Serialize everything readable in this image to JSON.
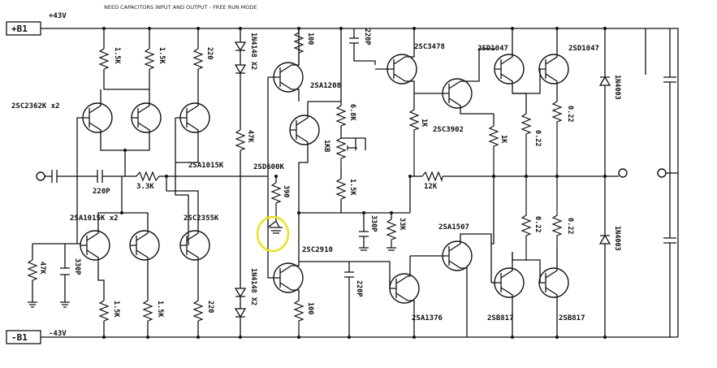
{
  "header": {
    "note": "NEED CAPACITORS INPUT AND OUTPUT - FREE RUN MODE"
  },
  "rails": {
    "pos_label": "+B1",
    "pos_voltage": "+43V",
    "neg_label": "-B1",
    "neg_voltage": "-43V"
  },
  "labels": {
    "q_2sc2362k": "2SC2362K x2",
    "q_2sa1015k": "2SA1015K x2",
    "q_2sa1015k_b": "2SA1015K",
    "q_2sc2355k": "2SC2355K",
    "q_2sa1208": "2SA1208",
    "q_2sd600k": "2SD600K",
    "q_2sc2910": "2SC2910",
    "q_2sc3478": "2SC3478",
    "q_2sc3902": "2SC3902",
    "q_2sd1047_a": "2SD1047",
    "q_2sd1047_b": "2SD1047",
    "q_2sa1507": "2SA1507",
    "q_2sa1376": "2SA1376",
    "q_2sb817_a": "2SB817",
    "q_2sb817_b": "2SB817",
    "r_15k_1": "1.5K",
    "r_15k_2": "1.5K",
    "r_220_top": "220",
    "r_15k_3": "1.5K",
    "r_15k_4": "1.5K",
    "r_220_bot": "220",
    "r_100_top": "100",
    "r_100_bot": "100",
    "r_47k_mid": "47K",
    "r_47k_left": "47K",
    "r_33k_in": "3.3K",
    "r_12k": "12K",
    "r_68k": "6.8K",
    "r_1kb": "1KB",
    "r_15k_bias": "1.5K",
    "r_390": "390",
    "r_33k_out": "33K",
    "r_1k_a": "1K",
    "r_1k_b": "1K",
    "r_022_a": "0.22",
    "r_022_b": "0.22",
    "r_022_c": "0.22",
    "r_022_d": "0.22",
    "d_1n4148_top": "1N4148 X2",
    "d_1n4148_bot": "1N4148 X2",
    "d_1n4003_top": "1N4003",
    "d_1n4003_bot": "1N4003",
    "c_220p_in": "220P",
    "c_220p_top": "220P",
    "c_330p_left": "330P",
    "c_330p_mid": "330P",
    "c_220p_bot": "220P"
  },
  "colors": {
    "ink": "#111111",
    "highlight": "#f0e020",
    "paper": "#ffffff"
  }
}
